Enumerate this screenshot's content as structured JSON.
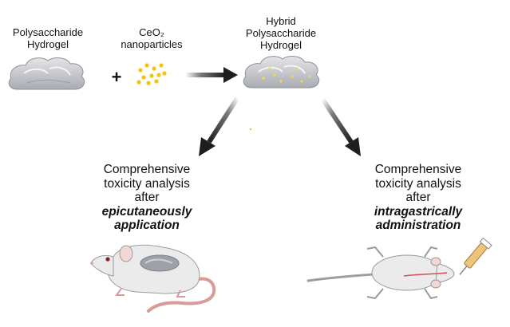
{
  "inputs": {
    "hydrogel_line1": "Polysaccharide",
    "hydrogel_line2": "Hydrogel",
    "nano_line1": "CeO₂",
    "nano_line2": "nanoparticles",
    "plus": "+"
  },
  "product": {
    "line1": "Hybrid",
    "line2": "Polysaccharide",
    "line3": "Hydrogel"
  },
  "left_branch": {
    "line1": "Comprehensive",
    "line2": "toxicity analysis",
    "line3": "after",
    "emph1": "epicutaneously",
    "emph2": "application"
  },
  "right_branch": {
    "line1": "Comprehensive",
    "line2": "toxicity analysis",
    "line3": "after",
    "emph1": "intragastrically",
    "emph2": "administration"
  },
  "colors": {
    "hydrogel": "#c9cbcf",
    "nanoparticle": "#f1c40f",
    "arrow": "#2b2b2b",
    "mouse_body": "#e9e9ea",
    "mouse_tail": "#d99a9a"
  }
}
